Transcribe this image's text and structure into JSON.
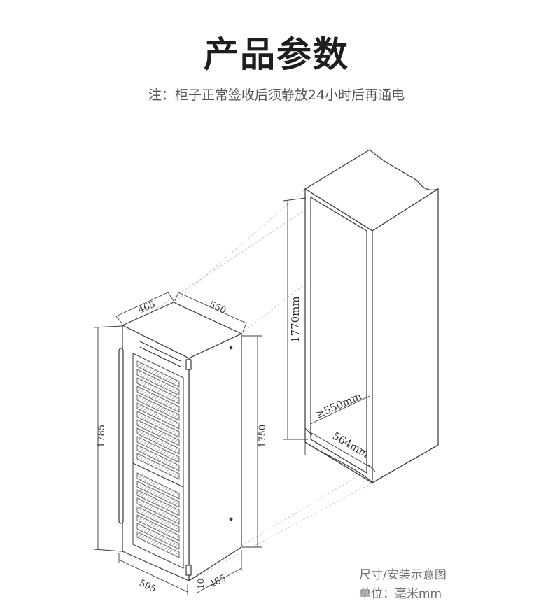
{
  "header": {
    "title": "产品参数",
    "note": "注：柜子正常签收后须静放24小时后再通电"
  },
  "dimensions": {
    "top_depth": "465",
    "top_width": "550",
    "height_left": "1785",
    "height_right": "1750",
    "bottom_width": "595",
    "door_gap": "10",
    "bottom_depth": "485",
    "cabinet_height": "1770mm",
    "cabinet_depth": "≥550mm",
    "cabinet_width": "564mm"
  },
  "legend": {
    "line1": "尺寸/安装示意图",
    "line2": "单位：毫米mm"
  },
  "colors": {
    "line": "#3a3a3a",
    "guide": "#b8b8b8",
    "text": "#333333"
  }
}
